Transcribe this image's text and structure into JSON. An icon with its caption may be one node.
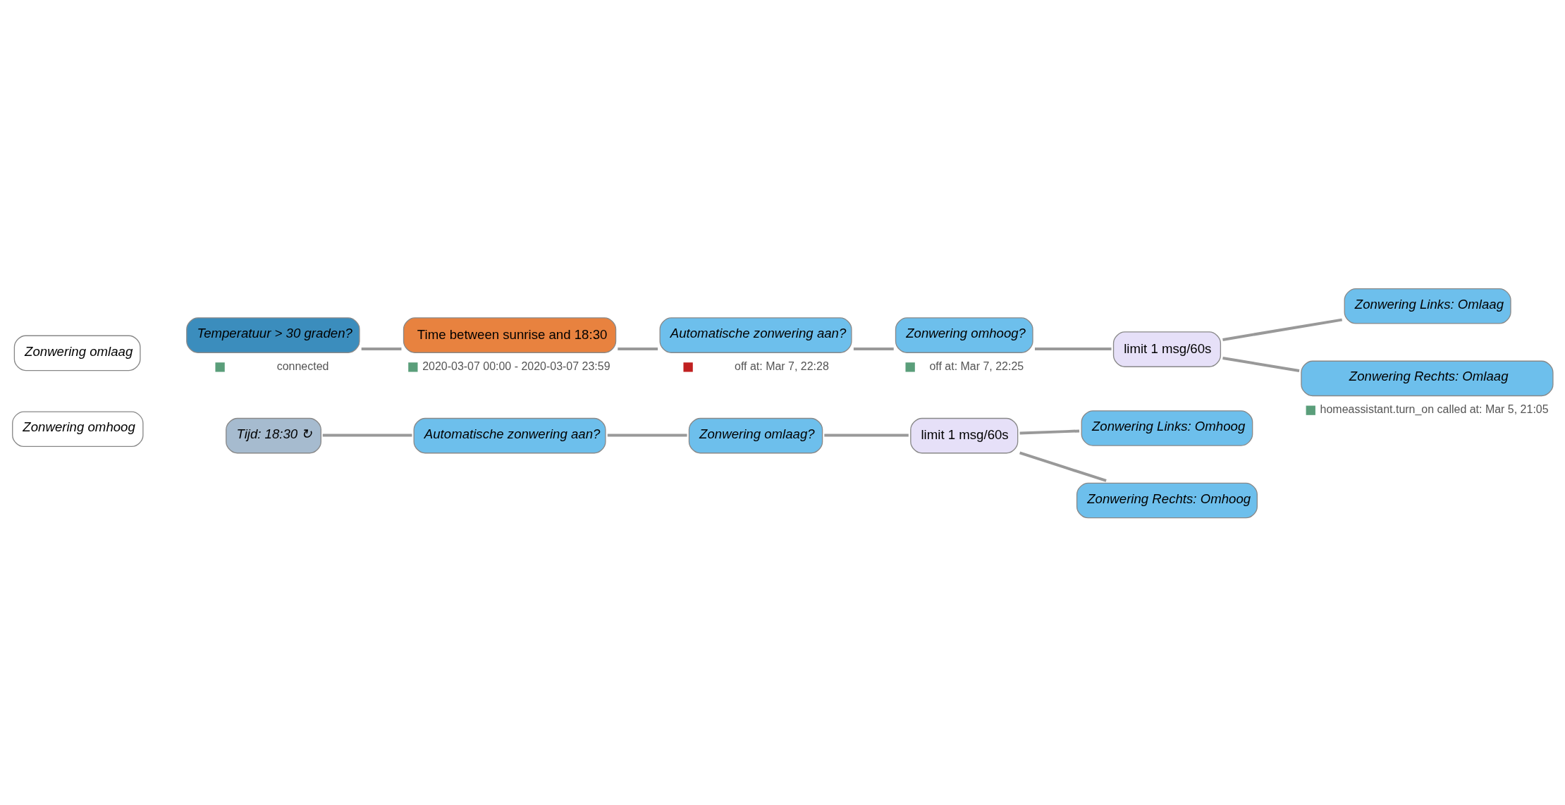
{
  "diagram": {
    "nodes": [
      {
        "text": [
          "Zonwering omlaag"
        ]
      },
      {
        "text": [
          "Temperatuur > 30 graden?"
        ],
        "beside": [
          "connected"
        ]
      },
      {
        "text": [
          "Time between sunrise and 18:30"
        ],
        "beside": [
          "2020-03-07 00:00 - 2020-03-07 23:59"
        ]
      },
      {
        "text": [
          "Automatische zonwering aan?"
        ],
        "beside": [
          "off at: Mar 7, 22:28"
        ]
      },
      {
        "text": [
          "Zonwering omhoog?"
        ],
        "beside": [
          "off at: Mar 7, 22:25"
        ]
      },
      {
        "text": [
          "limit 1 msg/60s"
        ]
      },
      {
        "text": [
          "Zonwering Links: Omlaag"
        ]
      },
      {
        "text": [
          "Zonwering Rechts: Omlaag"
        ],
        "beside": [
          "homeassistant.turn_on called at: Mar 5, 21:05"
        ]
      },
      {
        "text": [
          "Zonwering omhoog"
        ]
      },
      {
        "text": [
          "Tijd: 18:30 ↻"
        ]
      },
      {
        "text": [
          "Automatische zonwering aan?"
        ]
      },
      {
        "text": [
          "Zonwering omlaag?"
        ]
      },
      {
        "text": [
          "limit 1 msg/60s"
        ]
      },
      {
        "text": [
          "Zonwering Links: Omhoog"
        ]
      },
      {
        "text": [
          "Zonwering Rechts: Omhoog"
        ]
      }
    ],
    "edges": [
      {
        "from": 1,
        "to": 2,
        "arrow": "none"
      },
      {
        "from": 2,
        "to": 3,
        "arrow": "none"
      },
      {
        "from": 3,
        "to": 4,
        "arrow": "none"
      },
      {
        "from": 4,
        "to": 5,
        "arrow": "none"
      },
      {
        "from": 5,
        "to": 6,
        "arrow": "none"
      },
      {
        "from": 5,
        "to": 7,
        "arrow": "none"
      },
      {
        "from": 9,
        "to": 10,
        "arrow": "none"
      },
      {
        "from": 10,
        "to": 11,
        "arrow": "none"
      },
      {
        "from": 11,
        "to": 12,
        "arrow": "none"
      },
      {
        "from": 12,
        "to": 13,
        "arrow": "none"
      },
      {
        "from": 12,
        "to": 14,
        "arrow": "none"
      }
    ]
  }
}
